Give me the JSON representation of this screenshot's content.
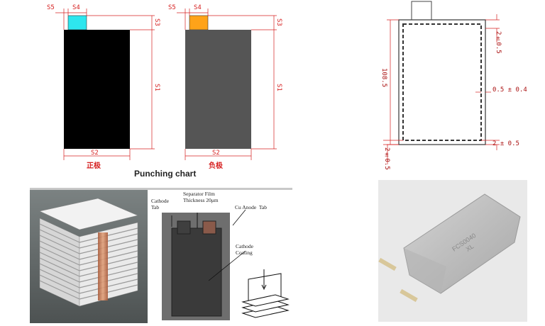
{
  "punching": {
    "caption": "Punching chart",
    "positive": {
      "label": "正极",
      "tab_color": "#2ee6ee",
      "body_color": "#000000"
    },
    "negative": {
      "label": "负极",
      "tab_color": "#ffa319",
      "body_color": "#555555"
    },
    "dims": {
      "s5": "S5",
      "s4": "S4",
      "s3": "S3",
      "s1": "S1",
      "s2": "S2"
    }
  },
  "pouch_drawing": {
    "height_dim": "108.5",
    "top_tol": "2±0.5",
    "side_tol": "0.5 ± 0.4",
    "bottom_right_tol": "2 ± 0.5",
    "bottom_left_tol": "2±0.5"
  },
  "stack_schematic": {
    "cathode_tab": "Cathode\nTab",
    "separator": "Separator Film\nThickness 20μm",
    "anode_tab": "Cu Anode  Tab",
    "cathode_coating": "Cathode\nCoating"
  },
  "photo_cell": {
    "print_text": "FCS0040\nXL",
    "colors": {
      "foil": "#c9c9c9",
      "tab": "#d8c79a"
    }
  }
}
